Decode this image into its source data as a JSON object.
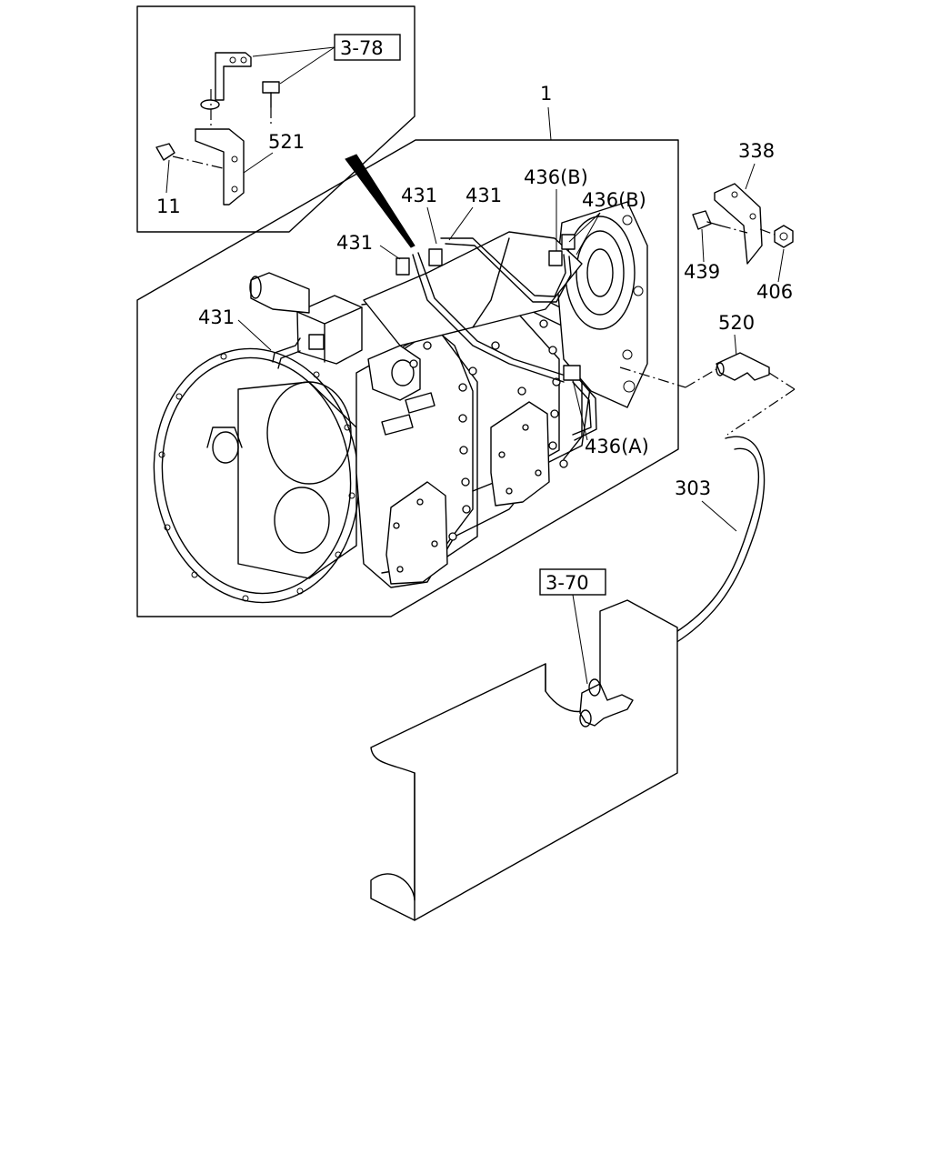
{
  "diagram": {
    "type": "exploded parts diagram",
    "subject": "transmission assembly with brackets, hoses and fittings",
    "callouts": [
      {
        "id": "c_3_78",
        "text": "3-78",
        "boxed": true
      },
      {
        "id": "c_521",
        "text": "521",
        "boxed": false
      },
      {
        "id": "c_11",
        "text": "11",
        "boxed": false
      },
      {
        "id": "c_1",
        "text": "1",
        "boxed": false
      },
      {
        "id": "c_431_a",
        "text": "431",
        "boxed": false
      },
      {
        "id": "c_431_b",
        "text": "431",
        "boxed": false
      },
      {
        "id": "c_431_c",
        "text": "431",
        "boxed": false
      },
      {
        "id": "c_431_d",
        "text": "431",
        "boxed": false
      },
      {
        "id": "c_436b_1",
        "text": "436(B)",
        "boxed": false
      },
      {
        "id": "c_436b_2",
        "text": "436(B)",
        "boxed": false
      },
      {
        "id": "c_436a",
        "text": "436(A)",
        "boxed": false
      },
      {
        "id": "c_338",
        "text": "338",
        "boxed": false
      },
      {
        "id": "c_439",
        "text": "439",
        "boxed": false
      },
      {
        "id": "c_406",
        "text": "406",
        "boxed": false
      },
      {
        "id": "c_520",
        "text": "520",
        "boxed": false
      },
      {
        "id": "c_303",
        "text": "303",
        "boxed": false
      },
      {
        "id": "c_3_70",
        "text": "3-70",
        "boxed": true
      }
    ]
  }
}
